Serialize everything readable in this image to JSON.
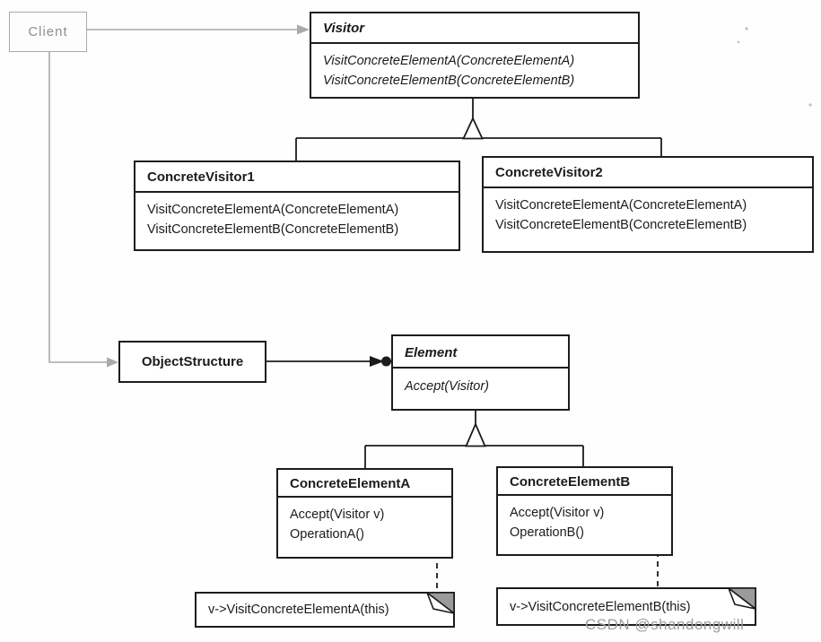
{
  "diagram": {
    "pattern": "Visitor",
    "classes": {
      "visitor": {
        "name": "Visitor",
        "methods": [
          "VisitConcreteElementA(ConcreteElementA)",
          "VisitConcreteElementB(ConcreteElementB)"
        ]
      },
      "concreteVisitor1": {
        "name": "ConcreteVisitor1",
        "methods": [
          "VisitConcreteElementA(ConcreteElementA)",
          "VisitConcreteElementB(ConcreteElementB)"
        ]
      },
      "concreteVisitor2": {
        "name": "ConcreteVisitor2",
        "methods": [
          "VisitConcreteElementA(ConcreteElementA)",
          "VisitConcreteElementB(ConcreteElementB)"
        ]
      },
      "element": {
        "name": "Element",
        "methods": [
          "Accept(Visitor)"
        ]
      },
      "concreteElementA": {
        "name": "ConcreteElementA",
        "methods": [
          "Accept(Visitor v)",
          "OperationA()"
        ]
      },
      "concreteElementB": {
        "name": "ConcreteElementB",
        "methods": [
          "Accept(Visitor v)",
          "OperationB()"
        ]
      }
    },
    "actors": {
      "client": {
        "label": "Client"
      },
      "objectStructure": {
        "label": "ObjectStructure"
      }
    },
    "notes": {
      "noteA": {
        "text": "v->VisitConcreteElementA(this)"
      },
      "noteB": {
        "text": "v->VisitConcreteElementB(this)"
      }
    },
    "watermark": "CSDN @shandongwill",
    "colors": {
      "line": "#1c1c1c",
      "gray_line": "#a9a9a9",
      "note_fold": "#9b9b9b",
      "watermark": "#9e9e9e"
    }
  }
}
